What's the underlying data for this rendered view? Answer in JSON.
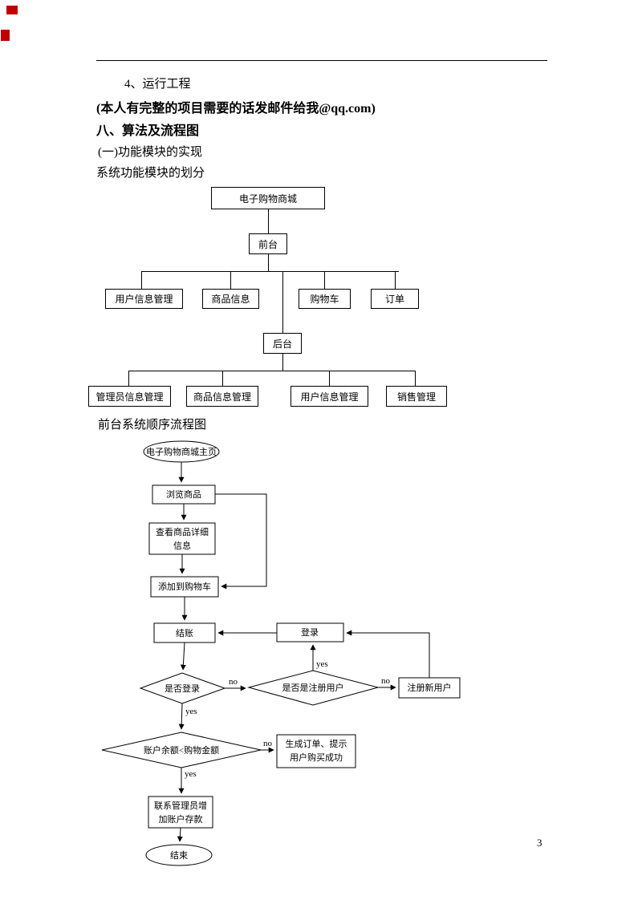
{
  "artifact_color": "#c00000",
  "page": {
    "number": "3"
  },
  "paragraphs": {
    "item4": "4、运行工程",
    "contact": "(本人有完整的项目需要的话发邮件给我@qq.com)",
    "heading": "八、算法及流程图",
    "subheading": "(一)功能模块的实现",
    "caption_modules": "系统功能模块的划分",
    "caption_flowchart": "前台系统顺序流程图"
  },
  "module_tree": {
    "root": "电子购物商城",
    "front": "前台",
    "front_children": [
      "用户信息管理",
      "商品信息",
      "购物车",
      "订单"
    ],
    "back": "后台",
    "back_children": [
      "管理员信息管理",
      "商品信息管理",
      "用户信息管理",
      "销售管理"
    ]
  },
  "flowchart": {
    "start": "电子购物商城主页",
    "browse": "浏览商品",
    "view_detail_line1": "查看商品详细",
    "view_detail_line2": "信息",
    "add_to_cart": "添加到购物车",
    "checkout": "结账",
    "login": "登录",
    "decision_login": "是否登录",
    "decision_registered": "是否是注册用户",
    "register_new_user": "注册新用户",
    "decision_balance": "账户余额<购物金额",
    "generate_order_line1": "生成订单、提示",
    "generate_order_line2": "用户购买成功",
    "contact_admin_line1": "联系管理员增",
    "contact_admin_line2": "加账户存款",
    "end": "结束",
    "label_yes": "yes",
    "label_no": "no"
  }
}
